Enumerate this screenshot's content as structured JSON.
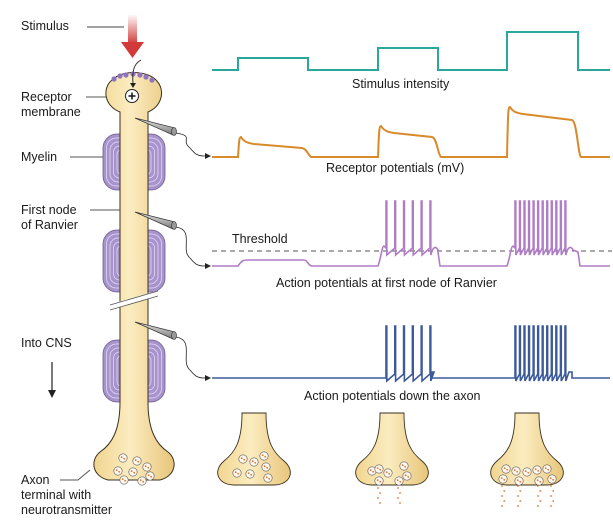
{
  "labels": {
    "stimulus": "Stimulus",
    "receptor_membrane": [
      "Receptor",
      "membrane"
    ],
    "myelin": "Myelin",
    "first_node": [
      "First node",
      "of Ranvier"
    ],
    "into_cns": "Into CNS",
    "axon_terminal": [
      "Axon",
      "terminal with",
      "neurotransmitter"
    ]
  },
  "traces": {
    "stimulus": {
      "label": "Stimulus intensity",
      "color": "#2aa79b",
      "levels": [
        1,
        2,
        3
      ]
    },
    "receptor": {
      "label": "Receptor potentials (mV)",
      "color": "#d98a2b",
      "levels": [
        1,
        2,
        3
      ]
    },
    "node": {
      "label": "Action potentials at first node of Ranvier",
      "threshold_label": "Threshold",
      "color": "#b07cc6",
      "spike_counts": [
        0,
        6,
        12
      ]
    },
    "axon": {
      "label": "Action potentials down the axon",
      "color": "#3c5a9a",
      "spike_counts": [
        0,
        6,
        12
      ]
    }
  },
  "terminals": {
    "release_levels": [
      "none",
      "moderate",
      "high"
    ]
  },
  "colors": {
    "axon_fill": "#f3dfa4",
    "axon_edge": "#3a3020",
    "myelin": "#a894cc",
    "receptor_protein": "#8e74c0",
    "vesicle_dot": "#e8732e",
    "stimulus_arrow": "#d23a3a"
  }
}
